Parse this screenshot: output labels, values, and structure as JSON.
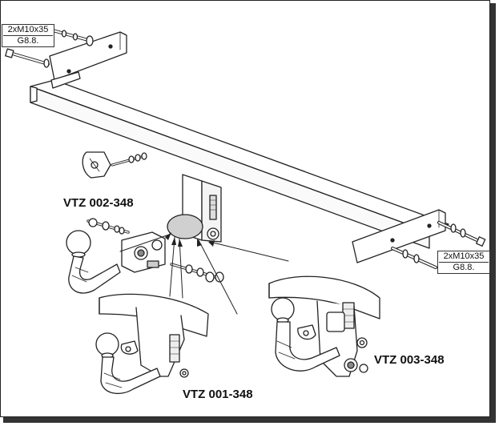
{
  "bolt_spec_top_left": {
    "size": "2xM10x35",
    "grade": "G8.8."
  },
  "bolt_spec_right": {
    "size": "2xM10x35",
    "grade": "G8.8."
  },
  "parts": {
    "detachable": "VTZ 002-348",
    "fixed": "VTZ 001-348",
    "vertical": "VTZ 003-348"
  }
}
